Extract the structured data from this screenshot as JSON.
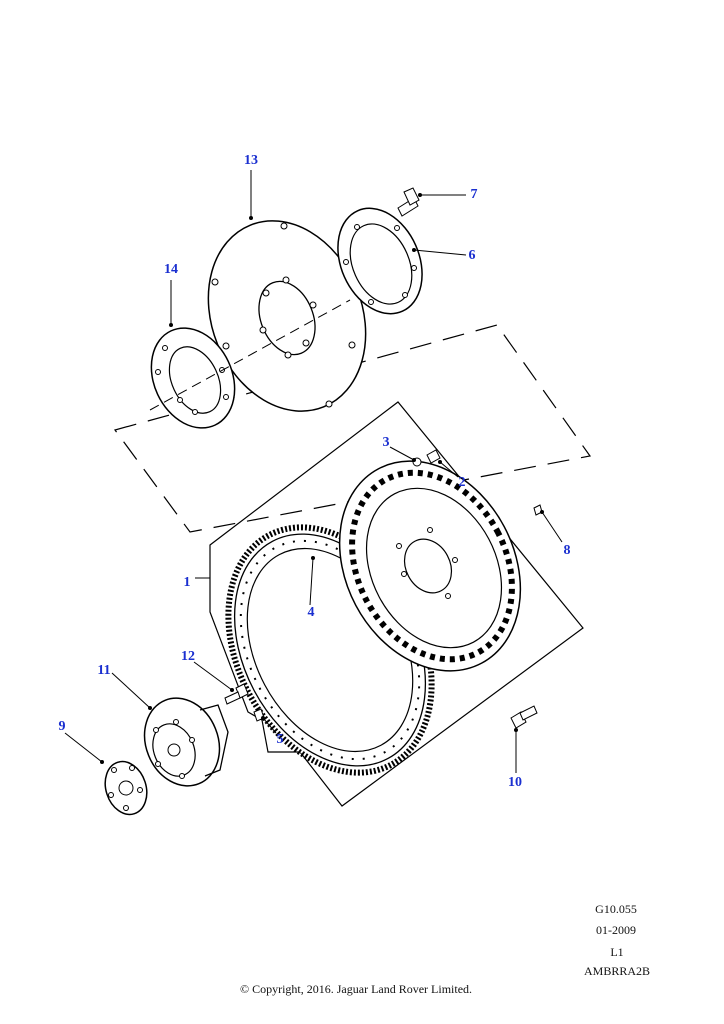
{
  "callouts": {
    "c1": "1",
    "c2": "2",
    "c3": "3",
    "c4": "4",
    "c5": "5",
    "c6": "6",
    "c7": "7",
    "c8": "8",
    "c9": "9",
    "c10": "10",
    "c11": "11",
    "c12": "12",
    "c13": "13",
    "c14": "14"
  },
  "meta": {
    "ref": "G10.055",
    "date": "01-2009",
    "level": "L1",
    "code": "AMBRRA2B",
    "copyright": "© Copyright, 2016. Jaguar Land Rover Limited."
  },
  "colors": {
    "callout": "#1a2fd0",
    "line": "#000000"
  }
}
